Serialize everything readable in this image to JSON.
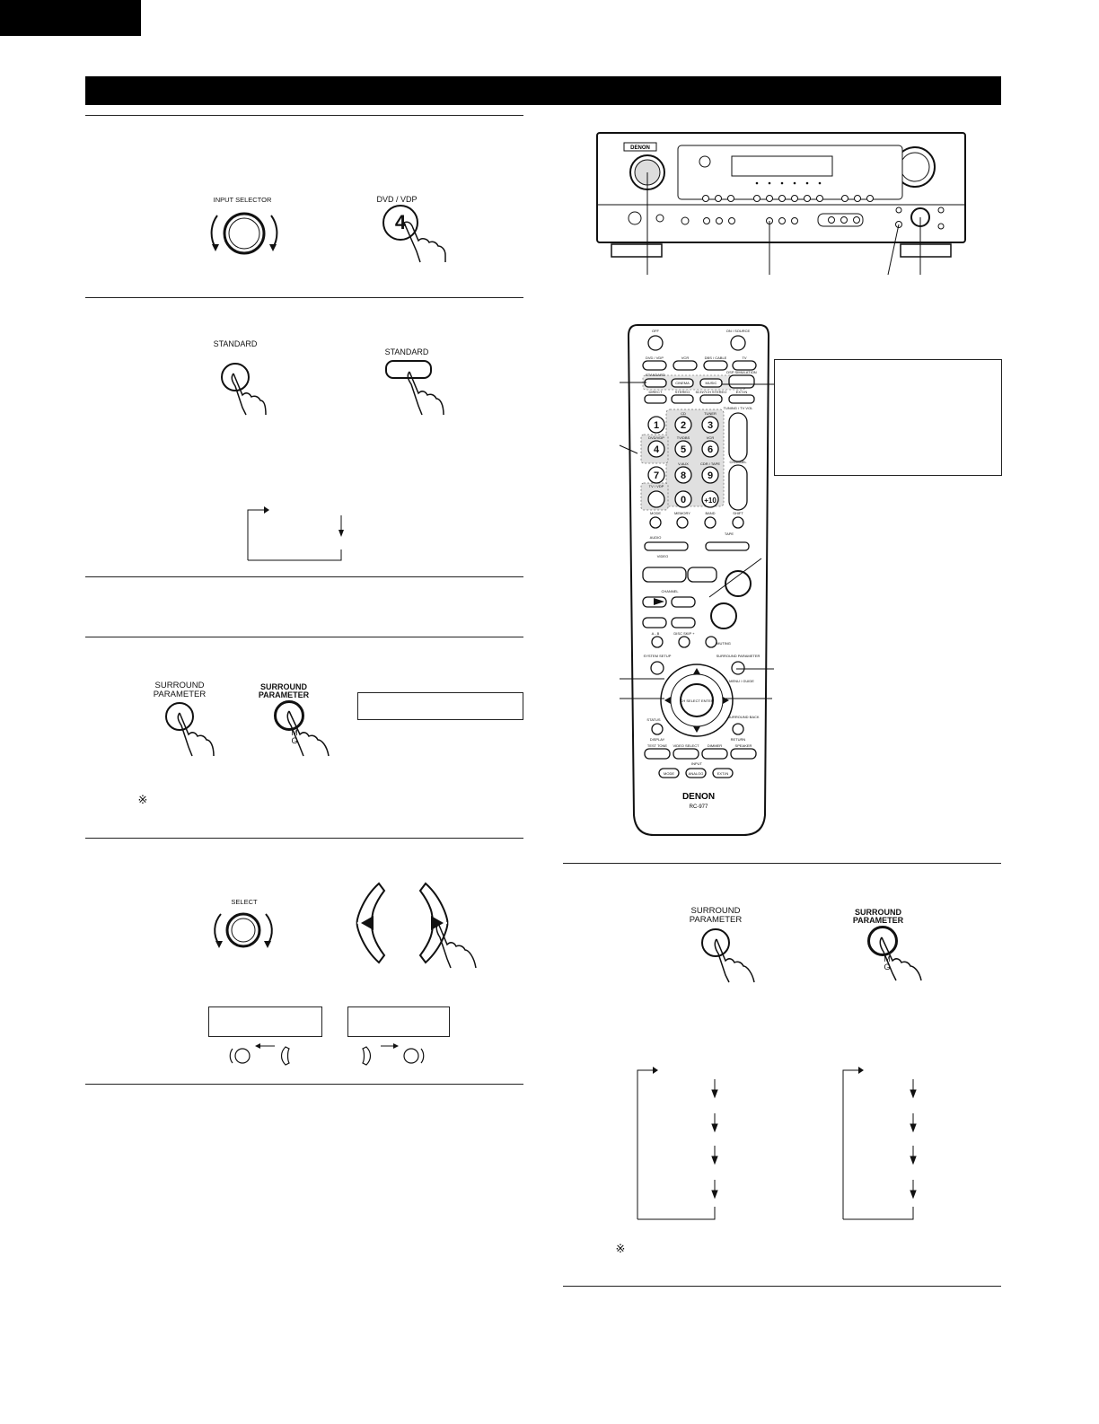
{
  "header": {
    "corner_tab": "",
    "title_bar": ""
  },
  "step1": {
    "knob_label": "INPUT SELECTOR",
    "button_label": "DVD / VDP",
    "button_digit": "4"
  },
  "step2": {
    "button_label_left": "STANDARD",
    "button_label_right": "STANDARD"
  },
  "step4": {
    "button_label_left": "SURROUND\nPARAMETER",
    "button_label_right": "SURROUND\nPARAMETER",
    "partial_text": "M\nG",
    "note_mark": "※"
  },
  "step5": {
    "knob_label": "SELECT"
  },
  "right_bottom": {
    "button_label_left": "SURROUND\nPARAMETER",
    "button_label_right": "SURROUND\nPARAMETER",
    "partial_text": "M\nG",
    "note_mark": "※"
  },
  "receiver": {
    "brand": "DENON"
  },
  "remote": {
    "brand": "DENON",
    "model": "RC-977",
    "top_keys": [
      "OFF",
      "ON / SOURCE"
    ],
    "source_keys": [
      "DVD / VDP",
      "VCR",
      "DBS / CABLE",
      "TV"
    ],
    "mode_keys": [
      "STANDARD",
      "CINEMA",
      "MUSIC",
      "DSP SIMULATION"
    ],
    "mode_keys_2": [
      "DIRECT",
      "STEREO",
      "5CH/7CH STEREO",
      "EXT.IN"
    ],
    "number_keys": [
      "1",
      "2",
      "3",
      "4",
      "5",
      "6",
      "7",
      "8",
      "9",
      "0",
      "+10"
    ],
    "number_sub": [
      "CD",
      "TUNER",
      "DVD/VDP",
      "TV/DBS",
      "VCR",
      "V.AUX",
      "CDR / TAPE"
    ],
    "tv_key": "TV / VDP",
    "side_labels": [
      "TUNING / TV VOL",
      "CHANNEL"
    ],
    "row_keys": [
      "MODE",
      "MEMORY",
      "BAND",
      "SHIFT"
    ],
    "sliders": [
      "AUDIO",
      "TAPE",
      "VIDEO"
    ],
    "transport": [
      "CHANNEL"
    ],
    "misc": [
      "A - B",
      "DISC SKIP +",
      "MUTING",
      "SYSTEM SETUP",
      "SURROUND PARAMETER",
      "MENU / GUIDE",
      "CH SELECT ENTER",
      "STATUS",
      "DISPLAY",
      "SURROUND BACK",
      "RETURN",
      "TEST TONE",
      "VIDEO SELECT",
      "DIMMER",
      "SPEAKER",
      "INPUT",
      "MODE",
      "ANALOG",
      "EXT.IN"
    ]
  },
  "colors": {
    "ink": "#111111",
    "bar": "#000000",
    "shade": "#d9d9d9"
  }
}
